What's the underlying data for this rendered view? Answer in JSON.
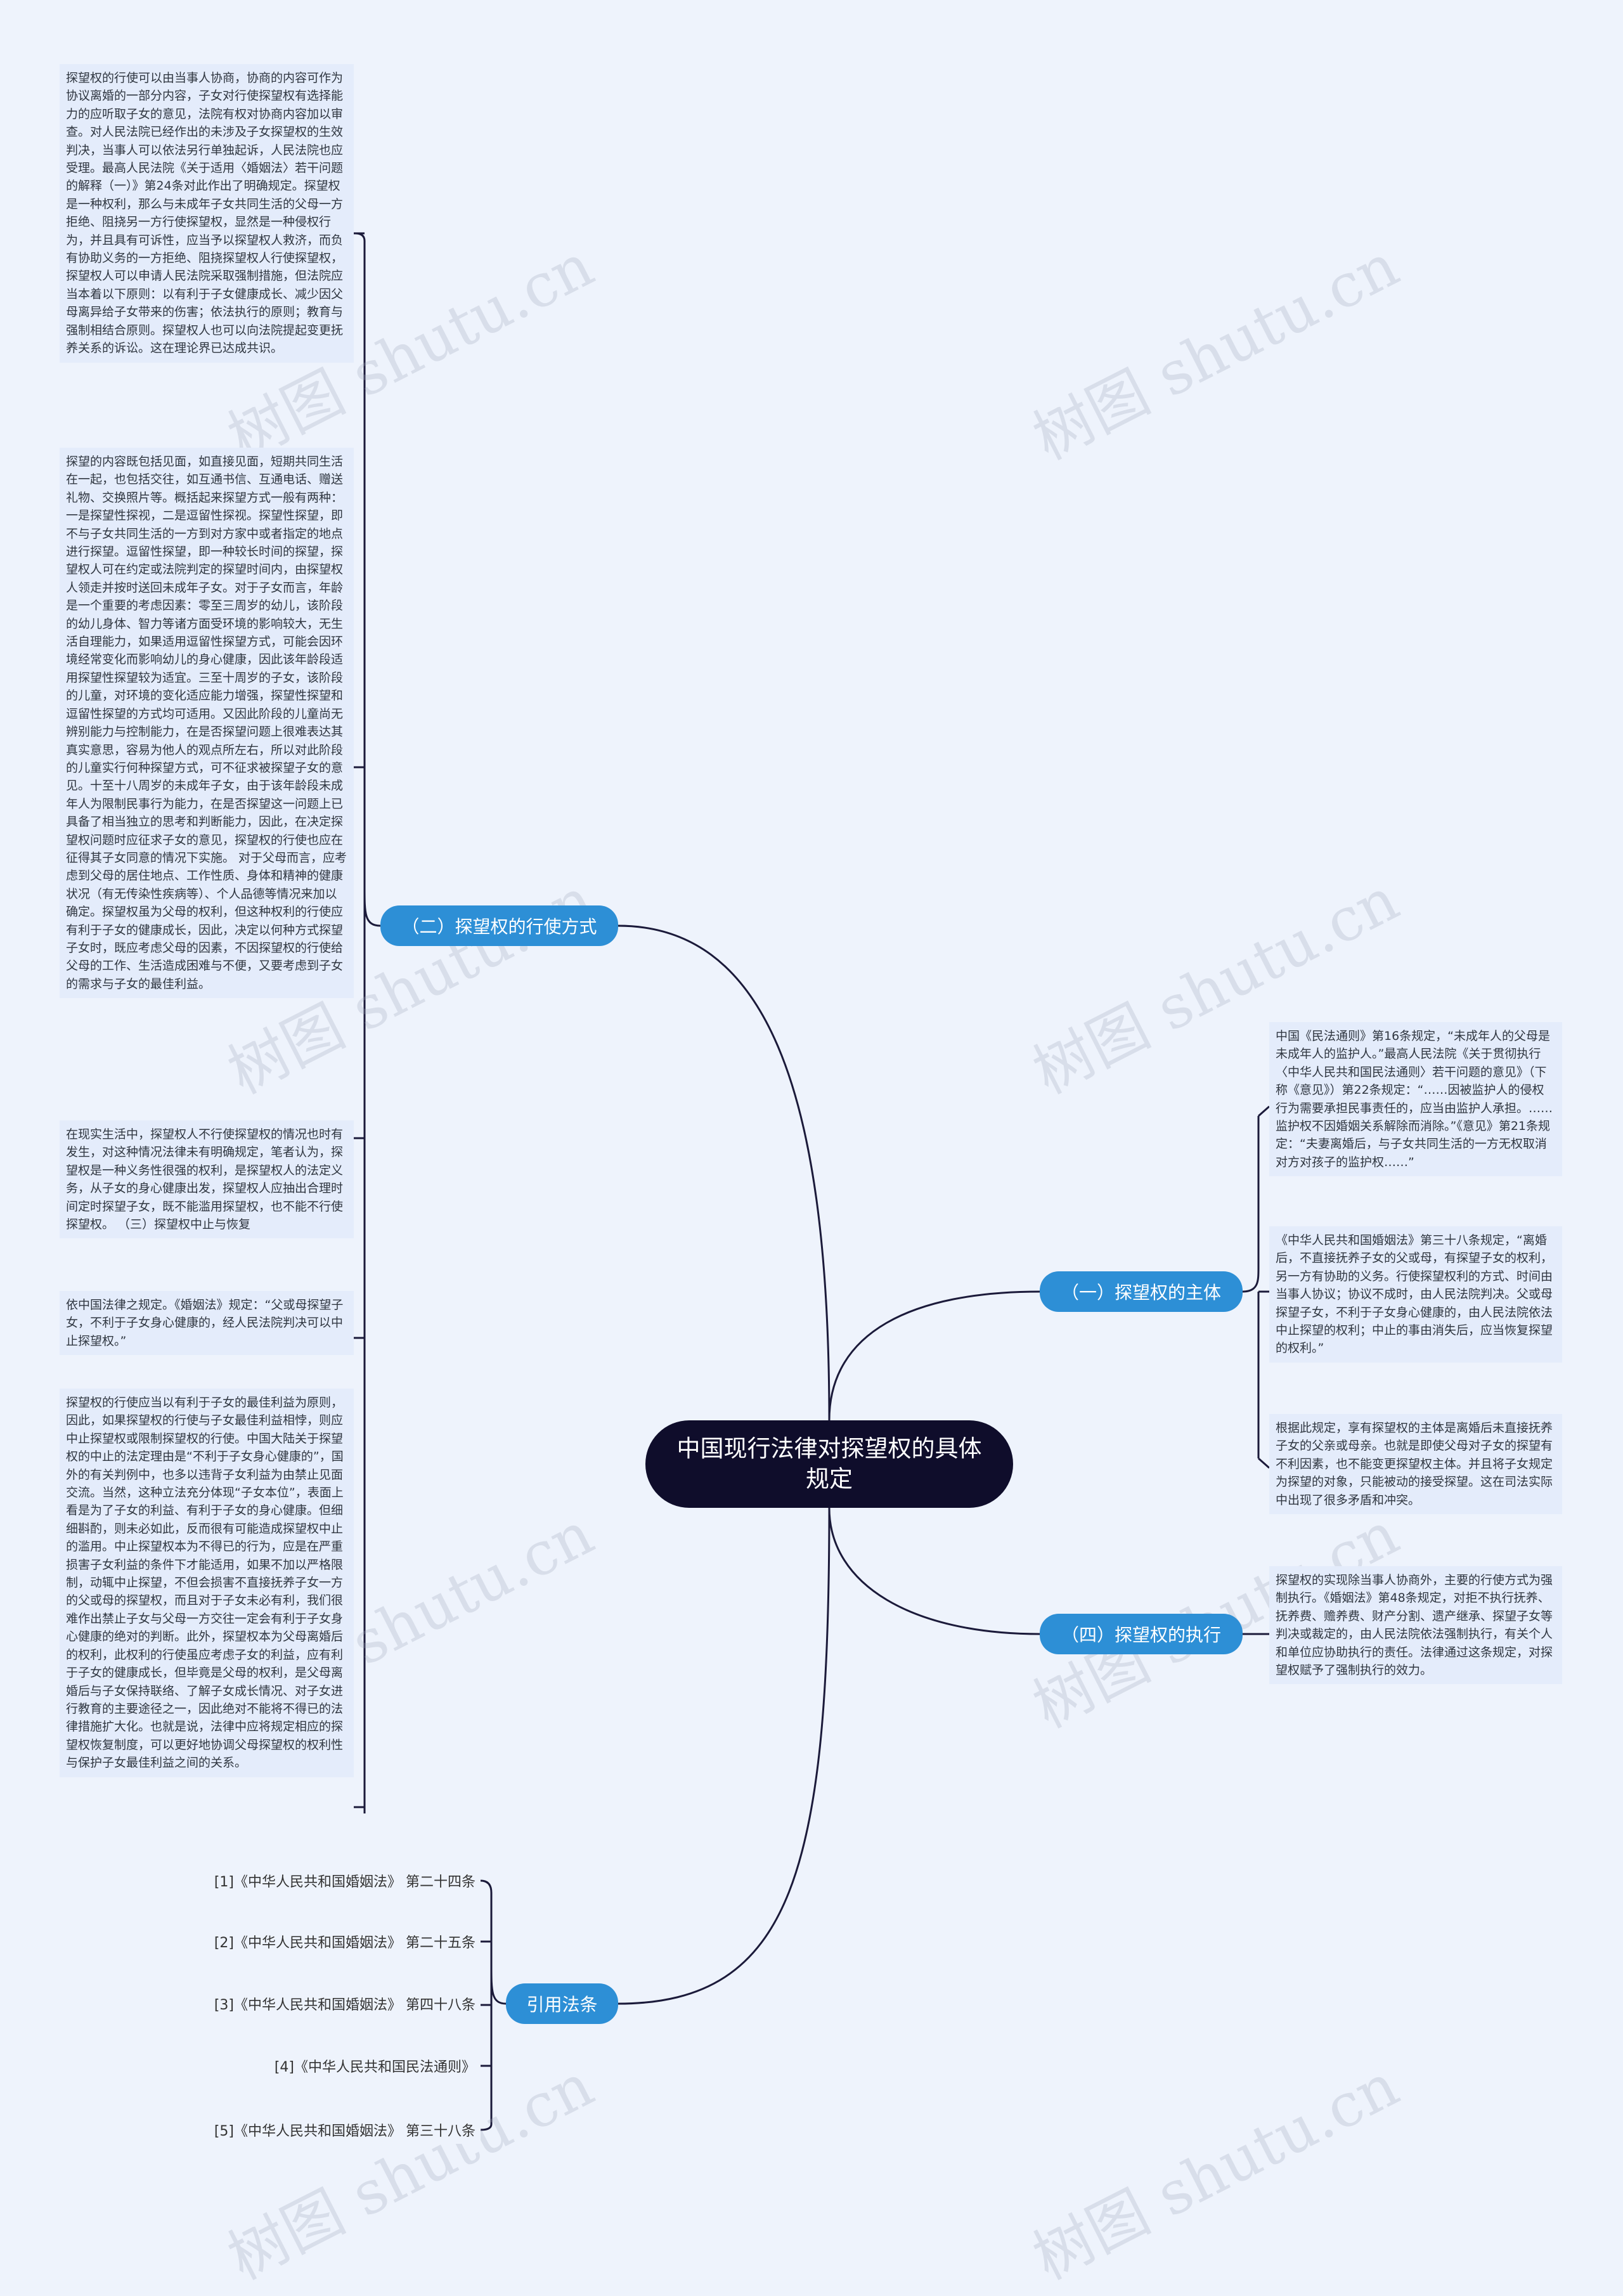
{
  "root": {
    "title": "中国现行法律对探望权的具体规定"
  },
  "branches": {
    "b1": {
      "label": "（二）探望权的行使方式"
    },
    "b2": {
      "label": "（一）探望权的主体"
    },
    "b3": {
      "label": "（四）探望权的执行"
    },
    "b4": {
      "label": "引用法条"
    }
  },
  "left_notes": [
    "探望权的行使可以由当事人协商，协商的内容可作为协议离婚的一部分内容，子女对行使探望权有选择能力的应听取子女的意见，法院有权对协商内容加以审查。对人民法院已经作出的未涉及子女探望权的生效判决，当事人可以依法另行单独起诉，人民法院也应受理。最高人民法院《关于适用〈婚姻法〉若干问题的解释（一）》第24条对此作出了明确规定。探望权是一种权利，那么与未成年子女共同生活的父母一方拒绝、阻挠另一方行使探望权，显然是一种侵权行为，并且具有可诉性，应当予以探望权人救济，而负有协助义务的一方拒绝、阻挠探望权人行使探望权，探望权人可以申请人民法院采取强制措施，但法院应当本着以下原则：以有利于子女健康成长、减少因父母离异给子女带来的伤害；依法执行的原则；教育与强制相结合原则。探望权人也可以向法院提起变更抚养关系的诉讼。这在理论界已达成共识。",
    "探望的内容既包括见面，如直接见面，短期共同生活在一起，也包括交往，如互通书信、互通电话、赠送礼物、交换照片等。概括起来探望方式一般有两种：一是探望性探视，二是逗留性探视。探望性探望，即不与子女共同生活的一方到对方家中或者指定的地点进行探望。逗留性探望，即一种较长时间的探望，探望权人可在约定或法院判定的探望时间内，由探望权人领走并按时送回未成年子女。对于子女而言，年龄是一个重要的考虑因素：零至三周岁的幼儿，该阶段的幼儿身体、智力等诸方面受环境的影响较大，无生活自理能力，如果适用逗留性探望方式，可能会因环境经常变化而影响幼儿的身心健康，因此该年龄段适用探望性探望较为适宜。三至十周岁的子女，该阶段的儿童，对环境的变化适应能力增强，探望性探望和逗留性探望的方式均可适用。又因此阶段的儿童尚无辨别能力与控制能力，在是否探望问题上很难表达其真实意思，容易为他人的观点所左右，所以对此阶段的儿童实行何种探望方式，可不征求被探望子女的意见。十至十八周岁的未成年子女，由于该年龄段未成年人为限制民事行为能力，在是否探望这一问题上已具备了相当独立的思考和判断能力，因此，在决定探望权问题时应征求子女的意见，探望权的行使也应在征得其子女同意的情况下实施。 对于父母而言，应考虑到父母的居住地点、工作性质、身体和精神的健康状况（有无传染性疾病等）、个人品德等情况来加以确定。探望权虽为父母的权利，但这种权利的行使应有利于子女的健康成长，因此，决定以何种方式探望子女时，既应考虑父母的因素，不因探望权的行使给父母的工作、生活造成困难与不便，又要考虑到子女的需求与子女的最佳利益。",
    " 在现实生活中，探望权人不行使探望权的情况也时有发生，对这种情况法律未有明确规定，笔者认为，探望权是一种义务性很强的权利，是探望权人的法定义务，从子女的身心健康出发，探望权人应抽出合理时间定时探望子女，既不能滥用探望权，也不能不行使探望权。 （三）探望权中止与恢复",
    "依中国法律之规定。《婚姻法》规定：“父或母探望子女，不利于子女身心健康的，经人民法院判决可以中止探望权。”",
    "探望权的行使应当以有利于子女的最佳利益为原则，因此，如果探望权的行使与子女最佳利益相悖，则应中止探望权或限制探望权的行使。中国大陆关于探望权的中止的法定理由是“不利于子女身心健康的”，国外的有关判例中，也多以违背子女利益为由禁止见面交流。当然，这种立法充分体现“子女本位”，表面上看是为了子女的利益、有利于子女的身心健康。但细细斟酌，则未必如此，反而很有可能造成探望权中止的滥用。中止探望权本为不得已的行为，应是在严重损害子女利益的条件下才能适用，如果不加以严格限制，动辄中止探望，不但会损害不直接抚养子女一方的父或母的探望权，而且对于子女未必有利，我们很难作出禁止子女与父母一方交往一定会有利于子女身心健康的绝对的判断。此外，探望权本为父母离婚后的权利，此权利的行使虽应考虑子女的利益，应有利于子女的健康成长，但毕竟是父母的权利，是父母离婚后与子女保持联络、了解子女成长情况、对子女进行教育的主要途径之一，因此绝对不能将不得已的法律措施扩大化。也就是说，法律中应将规定相应的探望权恢复制度，可以更好地协调父母探望权的权利性与保护子女最佳利益之间的关系。"
  ],
  "right_notes": [
    "中国《民法通则》第16条规定，“未成年人的父母是未成年人的监护人。”最高人民法院《关于贯彻执行〈中华人民共和国民法通则〉若干问题的意见》（下称《意见》）第22条规定：“……因被监护人的侵权行为需要承担民事责任的，应当由监护人承担。……监护权不因婚姻关系解除而消除。”《意见》第21条规定：“夫妻离婚后，与子女共同生活的一方无权取消对方对孩子的监护权……”",
    "《中华人民共和国婚姻法》第三十八条规定，“离婚后，不直接抚养子女的父或母，有探望子女的权利，另一方有协助的义务。行使探望权利的方式、时间由当事人协议；协议不成时，由人民法院判决。父或母探望子女，不利于子女身心健康的，由人民法院依法中止探望的权利；中止的事由消失后，应当恢复探望的权利。”",
    " 根据此规定，享有探望权的主体是离婚后未直接抚养子女的父亲或母亲。也就是即使父母对子女的探望有不利因素，也不能变更探望权主体。并且将子女规定为探望的对象，只能被动的接受探望。这在司法实际中出现了很多矛盾和冲突。",
    "探望权的实现除当事人协商外，主要的行使方式为强制执行。《婚姻法》第48条规定，对拒不执行抚养、抚养费、赡养费、财产分割、遗产继承、探望子女等判决或裁定的，由人民法院依法强制执行，有关个人和单位应协助执行的责任。法律通过这条规定，对探望权赋予了强制执行的效力。"
  ],
  "citations": [
    "[1]《中华人民共和国婚姻法》 第二十四条",
    "[2]《中华人民共和国婚姻法》 第二十五条",
    "[3]《中华人民共和国婚姻法》 第四十八条",
    "[4]《中华人民共和国民法通则》",
    "[5]《中华人民共和国婚姻法》 第三十八条"
  ],
  "watermark": "树图 shutu.cn",
  "colors": {
    "background": "#eef3fc",
    "root": "#0f0d2b",
    "branch": "#2d8fd6",
    "note": "#e4ecfb",
    "line": "#1b1a3a"
  }
}
